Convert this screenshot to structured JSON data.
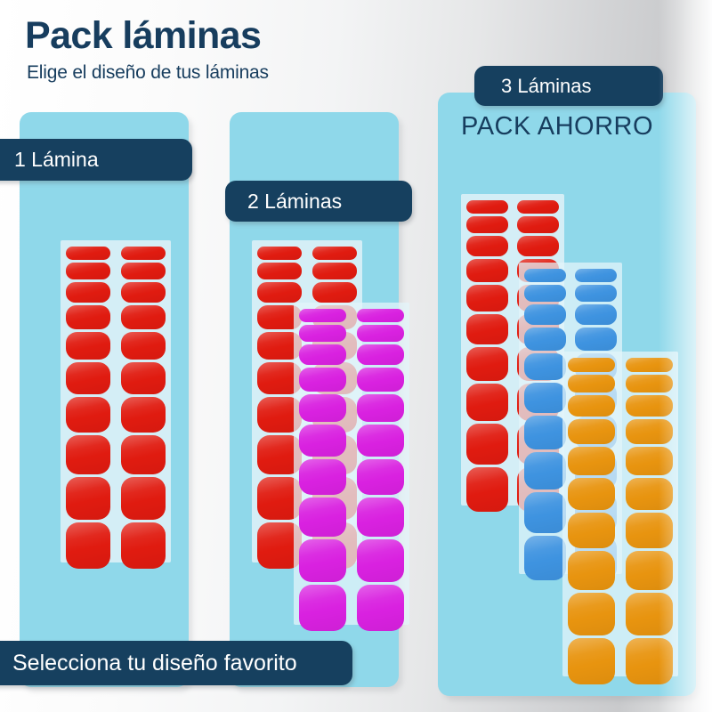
{
  "header": {
    "title": "Pack láminas",
    "subtitle": "Elige el diseño de tus láminas"
  },
  "colors": {
    "navy": "#16405f",
    "panel_blue": "#8fd8ea",
    "sheet_backing": "#d4eef6",
    "red": "#e01b10",
    "magenta": "#d921e0",
    "blue": "#3e93e0",
    "orange": "#e8940f",
    "background": "#eeeff0"
  },
  "options": [
    {
      "id": "option-1",
      "badge_label": "1 Lámina",
      "sheet_count": 1,
      "sheets": [
        {
          "color_name": "red",
          "rows": 10,
          "columns": 2
        }
      ]
    },
    {
      "id": "option-2",
      "badge_label": "2 Láminas",
      "sheet_count": 2,
      "sheets": [
        {
          "color_name": "red",
          "rows": 10,
          "columns": 2
        },
        {
          "color_name": "magenta",
          "rows": 10,
          "columns": 2
        }
      ]
    },
    {
      "id": "option-3",
      "badge_label": "3 Láminas",
      "headline": "PACK AHORRO",
      "sheet_count": 3,
      "sheets": [
        {
          "color_name": "red",
          "rows": 10,
          "columns": 2
        },
        {
          "color_name": "blue",
          "rows": 10,
          "columns": 2
        },
        {
          "color_name": "orange",
          "rows": 10,
          "columns": 2
        }
      ]
    }
  ],
  "footer": {
    "cta_label": "Selecciona tu diseño favorito"
  }
}
